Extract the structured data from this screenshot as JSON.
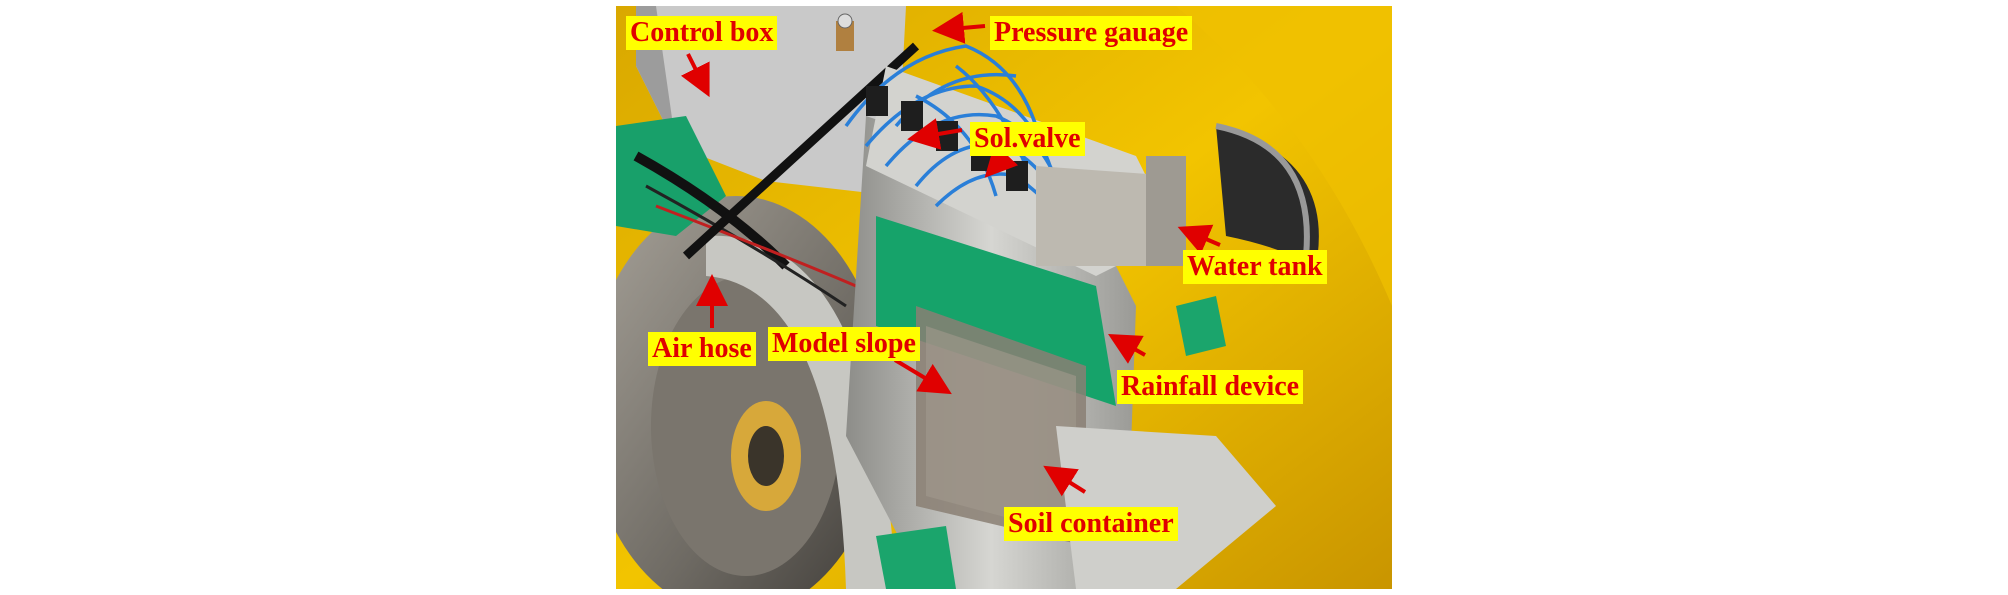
{
  "colors": {
    "label_background": "#ffff00",
    "label_text": "#e00000",
    "arrow": "#e00000",
    "centrifuge_yellow": "#e6b800",
    "tape_green": "#16a36a",
    "aluminium": "#b8b8b4",
    "tube_blue": "#2a7fd8"
  },
  "labels": {
    "control_box": "Control box",
    "pressure_gauge": "Pressure gauage",
    "sol_valve": "Sol.valve",
    "water_tank": "Water tank",
    "air_hose": "Air hose",
    "model_slope": "Model slope",
    "rainfall_device": "Rainfall device",
    "soil_container": "Soil container"
  }
}
